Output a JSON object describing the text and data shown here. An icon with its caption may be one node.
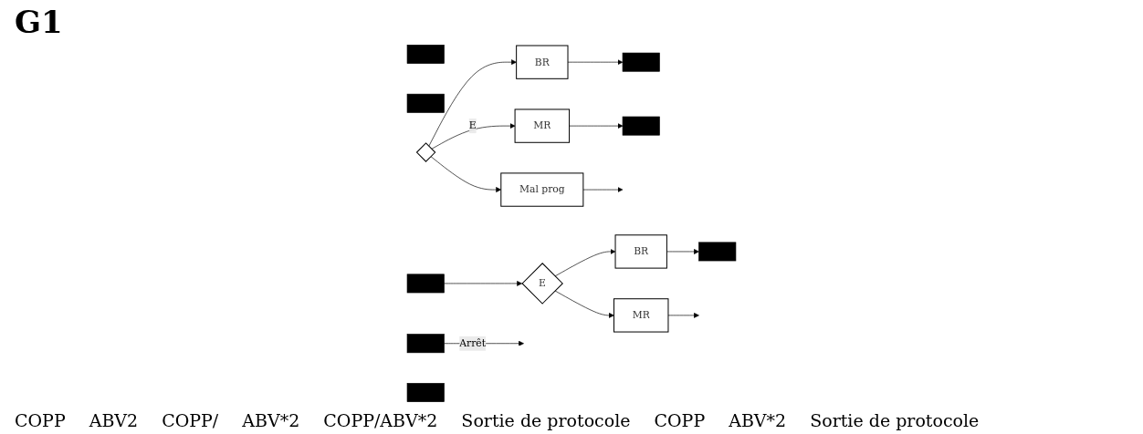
{
  "diagram": {
    "title": "G1",
    "nodes": [
      {
        "text": [],
        "shape": "box"
      },
      {
        "text": [],
        "shape": "box"
      },
      {
        "text": [],
        "shape": "diamond"
      },
      {
        "text": [
          "BR"
        ]
      },
      {
        "text": [],
        "shape": "box"
      },
      {
        "text": [],
        "shape": "box"
      },
      {
        "text": [
          "MR"
        ]
      },
      {
        "text": [],
        "shape": "box"
      },
      {
        "text": [
          "Mal prog"
        ]
      },
      {
        "text": [],
        "shape": "box"
      },
      {
        "text": [
          "E"
        ]
      },
      {
        "text": [
          "BR"
        ]
      },
      {
        "text": [],
        "shape": "box"
      },
      {
        "text": [],
        "shape": "box"
      },
      {
        "text": [
          "MR"
        ]
      }
    ],
    "edges": [
      {
        "from": 2,
        "to": 3,
        "arrow": "to"
      },
      {
        "from": 3,
        "to": 4,
        "arrow": "to"
      },
      {
        "from": 5,
        "to": null,
        "arrow": "to",
        "label": "Arrêt"
      },
      {
        "from": 2,
        "to": 6,
        "arrow": "to",
        "label": "E"
      },
      {
        "from": 2,
        "to": 8,
        "arrow": "to"
      },
      {
        "from": 6,
        "to": 7,
        "arrow": "to"
      },
      {
        "from": 8,
        "to": null,
        "arrow": "to"
      },
      {
        "from": 9,
        "to": 10,
        "arrow": "to"
      },
      {
        "from": 10,
        "to": 11,
        "arrow": "to"
      },
      {
        "from": 11,
        "to": 12,
        "arrow": "to"
      },
      {
        "from": 10,
        "to": 14,
        "arrow": "to"
      },
      {
        "from": 14,
        "to": null,
        "arrow": "to"
      }
    ],
    "labels": [
      "COPP",
      "ABV2",
      "COPP/",
      "ABV*2",
      "COPP/ABV*2",
      "Sortie de protocole",
      "COPP",
      "ABV*2",
      "Sortie de protocole"
    ]
  }
}
